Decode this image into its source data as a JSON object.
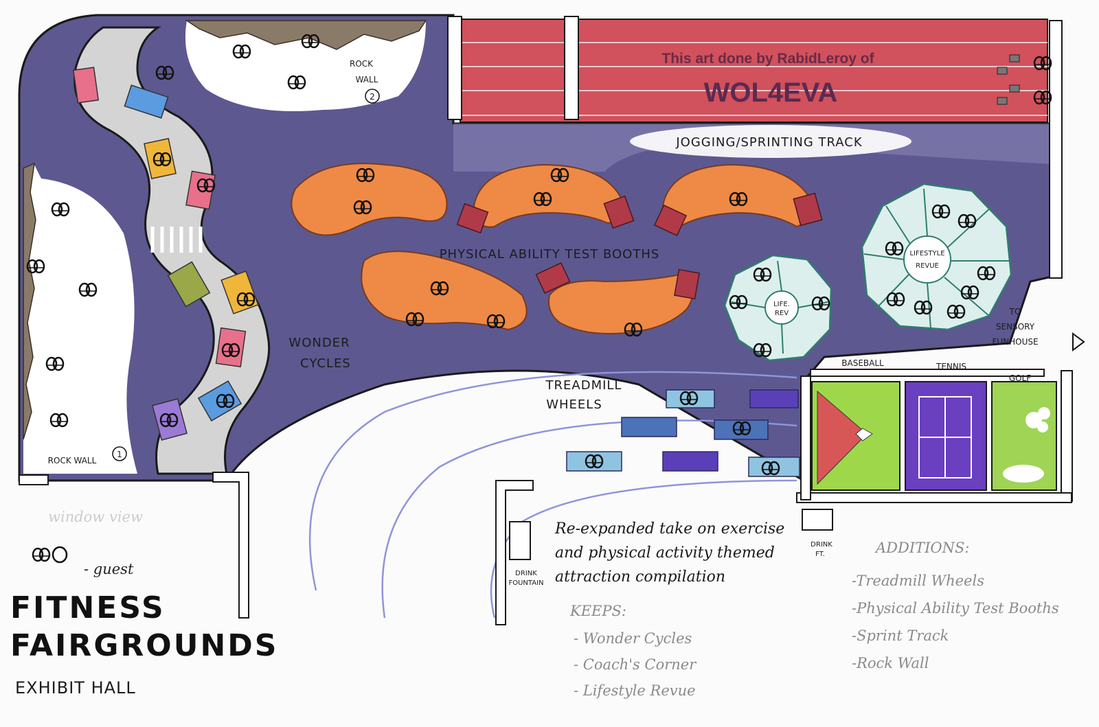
{
  "title": {
    "line1": "FITNESS",
    "line2": "FAIRGROUNDS",
    "subtitle": "EXHIBIT HALL"
  },
  "watermark": {
    "line1": "This art done by RabidLeroy of",
    "line2": "WOL4EVA"
  },
  "labels": {
    "rock_wall_1": "ROCK WALL",
    "rock_wall_1_num": "1",
    "rock_wall_2_line1": "ROCK",
    "rock_wall_2_line2": "WALL",
    "rock_wall_2_num": "2",
    "jogging_track": "JOGGING/SPRINTING TRACK",
    "test_booths": "PHYSICAL ABILITY TEST BOOTHS",
    "wonder_cycles_line1": "WONDER",
    "wonder_cycles_line2": "CYCLES",
    "treadmill_line1": "TREADMILL",
    "treadmill_line2": "WHEELS",
    "lifestyle_big_line1": "LIFESTYLE",
    "lifestyle_big_line2": "REVUE",
    "lifestyle_small_line1": "LIFE.",
    "lifestyle_small_line2": "REV",
    "funhouse_line1": "TO",
    "funhouse_line2": "SENSORY",
    "funhouse_line3": "FUNHOUSE",
    "baseball": "BASEBALL",
    "tennis": "TENNIS",
    "golf": "GOLF",
    "drink_fountain_line1": "DRINK",
    "drink_fountain_line2": "FOUNTAIN",
    "drink_ft_line1": "DRINK",
    "drink_ft_line2": "FT.",
    "window_view": "window view"
  },
  "legend": {
    "guest": "- guest"
  },
  "description": {
    "line1": "Re-expanded take on exercise",
    "line2": "and physical activity themed",
    "line3": "attraction compilation"
  },
  "keeps": {
    "heading": "KEEPS:",
    "items": [
      "- Wonder Cycles",
      "- Coach's Corner",
      "- Lifestyle Revue"
    ]
  },
  "additions": {
    "heading": "ADDITIONS:",
    "items": [
      "-Treadmill Wheels",
      "-Physical Ability Test Booths",
      "-Sprint Track",
      "-Rock Wall"
    ]
  },
  "colors": {
    "floor": "#5d5890",
    "path": "#d4d4d4",
    "track": "#d1515c",
    "booth": "#ee8a45",
    "booth_dark": "#b03a48",
    "lifestyle": "#dcefec",
    "lifestyle_edge": "#2f7d6e",
    "baseball_grass": "#9ed84a",
    "baseball_diamond": "#d75757",
    "tennis": "#6a3fc0",
    "golf": "#9fd455",
    "treadmill_light": "#8fc4e0",
    "treadmill_mid": "#4c72b8",
    "treadmill_dark": "#5b3fb8",
    "rock": "#8a7a68"
  },
  "icons": {
    "guest": "guest-icon",
    "arrow": "arrow-right-icon"
  }
}
